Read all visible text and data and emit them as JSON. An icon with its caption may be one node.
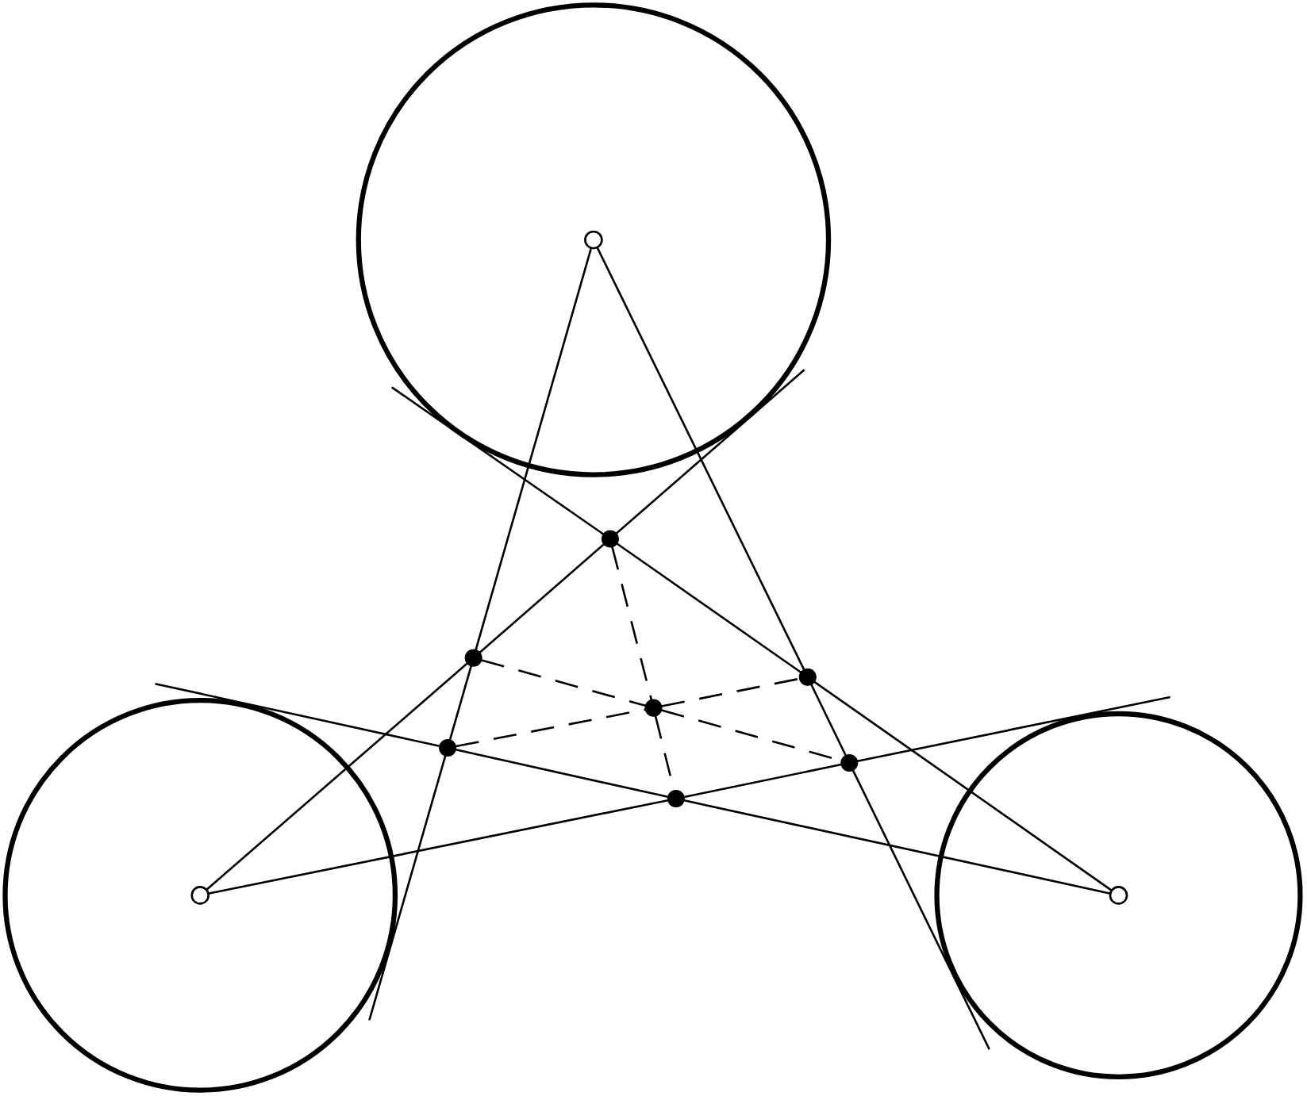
{
  "diagram": {
    "nodes": [
      {
        "text": [],
        "shape": "circle"
      },
      {
        "text": [],
        "shape": "circle"
      },
      {
        "text": [],
        "shape": "circle"
      },
      {
        "text": [],
        "shape": "circle",
        "in": 0
      },
      {
        "text": [],
        "shape": "circle",
        "in": 1
      },
      {
        "text": [],
        "shape": "circle",
        "in": 2
      },
      {
        "text": [],
        "shape": "dot"
      },
      {
        "text": [],
        "shape": "dot"
      },
      {
        "text": [],
        "shape": "dot"
      },
      {
        "text": [],
        "shape": "dot"
      },
      {
        "text": [],
        "shape": "dot"
      },
      {
        "text": [],
        "shape": "dot"
      },
      {
        "text": [],
        "shape": "dot"
      }
    ],
    "edges": [
      {
        "from": 0,
        "to": 6,
        "arrow": "none"
      },
      {
        "from": 6,
        "to": 8,
        "arrow": "none"
      },
      {
        "from": 8,
        "to": 5,
        "arrow": "none"
      },
      {
        "from": 0,
        "to": 6,
        "arrow": "none"
      },
      {
        "from": 6,
        "to": 7,
        "arrow": "none"
      },
      {
        "from": 7,
        "to": 4,
        "arrow": "none"
      },
      {
        "from": 3,
        "to": 7,
        "arrow": "none"
      },
      {
        "from": 7,
        "to": 10,
        "arrow": "none"
      },
      {
        "from": 10,
        "to": 1,
        "arrow": "none"
      },
      {
        "from": 3,
        "to": 8,
        "arrow": "none"
      },
      {
        "from": 8,
        "to": 11,
        "arrow": "none"
      },
      {
        "from": 11,
        "to": null,
        "arrow": "none"
      },
      {
        "from": null,
        "to": 10,
        "arrow": "none"
      },
      {
        "from": 10,
        "to": 12,
        "arrow": "none"
      },
      {
        "from": 12,
        "to": 5,
        "arrow": "none"
      },
      {
        "from": 4,
        "to": 12,
        "arrow": "none"
      },
      {
        "from": 12,
        "to": 11,
        "arrow": "none"
      },
      {
        "from": 11,
        "to": null,
        "arrow": "none"
      },
      {
        "from": 7,
        "to": 9,
        "arrow": "none",
        "style": "dashed"
      },
      {
        "from": 9,
        "to": 11,
        "arrow": "none",
        "style": "dashed"
      },
      {
        "from": 10,
        "to": 9,
        "arrow": "none",
        "style": "dashed"
      },
      {
        "from": 9,
        "to": 8,
        "arrow": "none",
        "style": "dashed"
      },
      {
        "from": 6,
        "to": 9,
        "arrow": "none",
        "style": "dashed"
      },
      {
        "from": 9,
        "to": 12,
        "arrow": "none",
        "style": "dashed"
      }
    ]
  }
}
